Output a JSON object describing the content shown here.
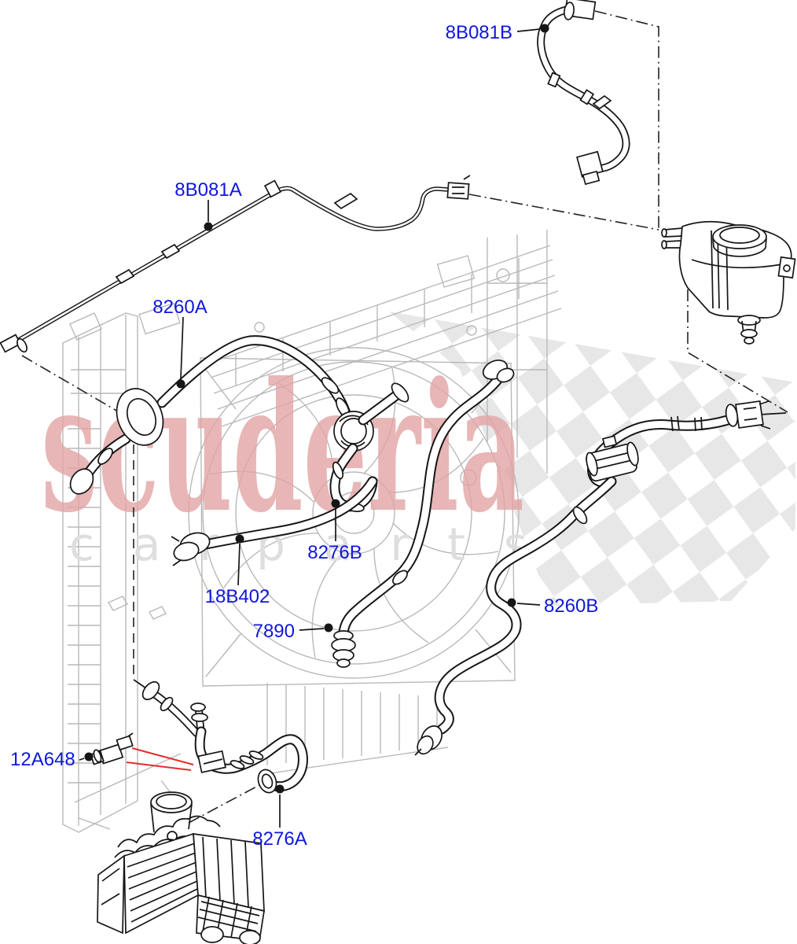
{
  "part_labels": [
    {
      "text": "8B081B"
    },
    {
      "text": "8B081A"
    },
    {
      "text": "8260A"
    },
    {
      "text": "8276B"
    },
    {
      "text": "18B402"
    },
    {
      "text": "7890"
    },
    {
      "text": "8260B"
    },
    {
      "text": "12A648"
    },
    {
      "text": "8276A"
    }
  ],
  "watermark": {
    "brand": "scuderia",
    "tagline": "carparts"
  },
  "colors": {
    "label_blue": "#0f16dd",
    "pointer_red": "#e12f2f",
    "artwork_ink": "#161616",
    "background_gray": "#b9b9b9",
    "checker_gray": "#e7e7e7",
    "watermark_pink": "#e2a4a4",
    "watermark_gray": "#dedede"
  }
}
